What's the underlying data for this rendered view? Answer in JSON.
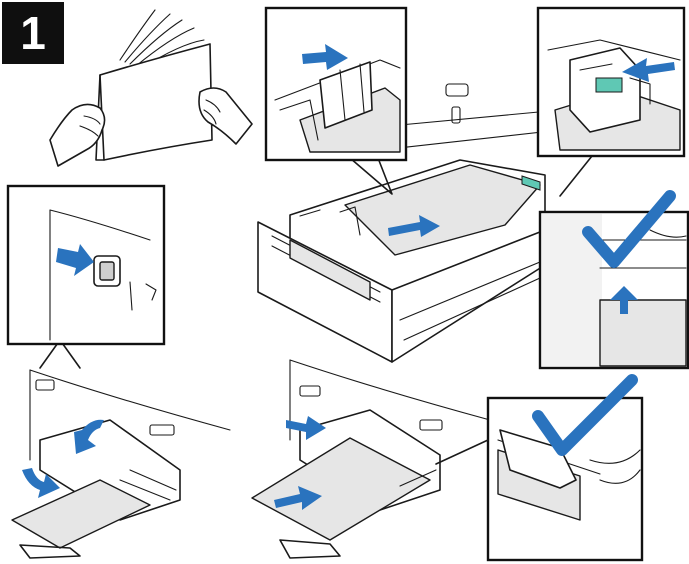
{
  "step": {
    "number": "1"
  },
  "colors": {
    "accent": "#2a73be",
    "ink": "#1a1a1a",
    "paper": "#e6e6e6",
    "guide": "#5fc8b4"
  },
  "icons": [
    "fanned-paper-stack-illustration",
    "paper-tray-illustration",
    "push-arrow-icon",
    "checkmark-icon",
    "fill-line-arrow-icon",
    "bypass-tray-illustration"
  ]
}
